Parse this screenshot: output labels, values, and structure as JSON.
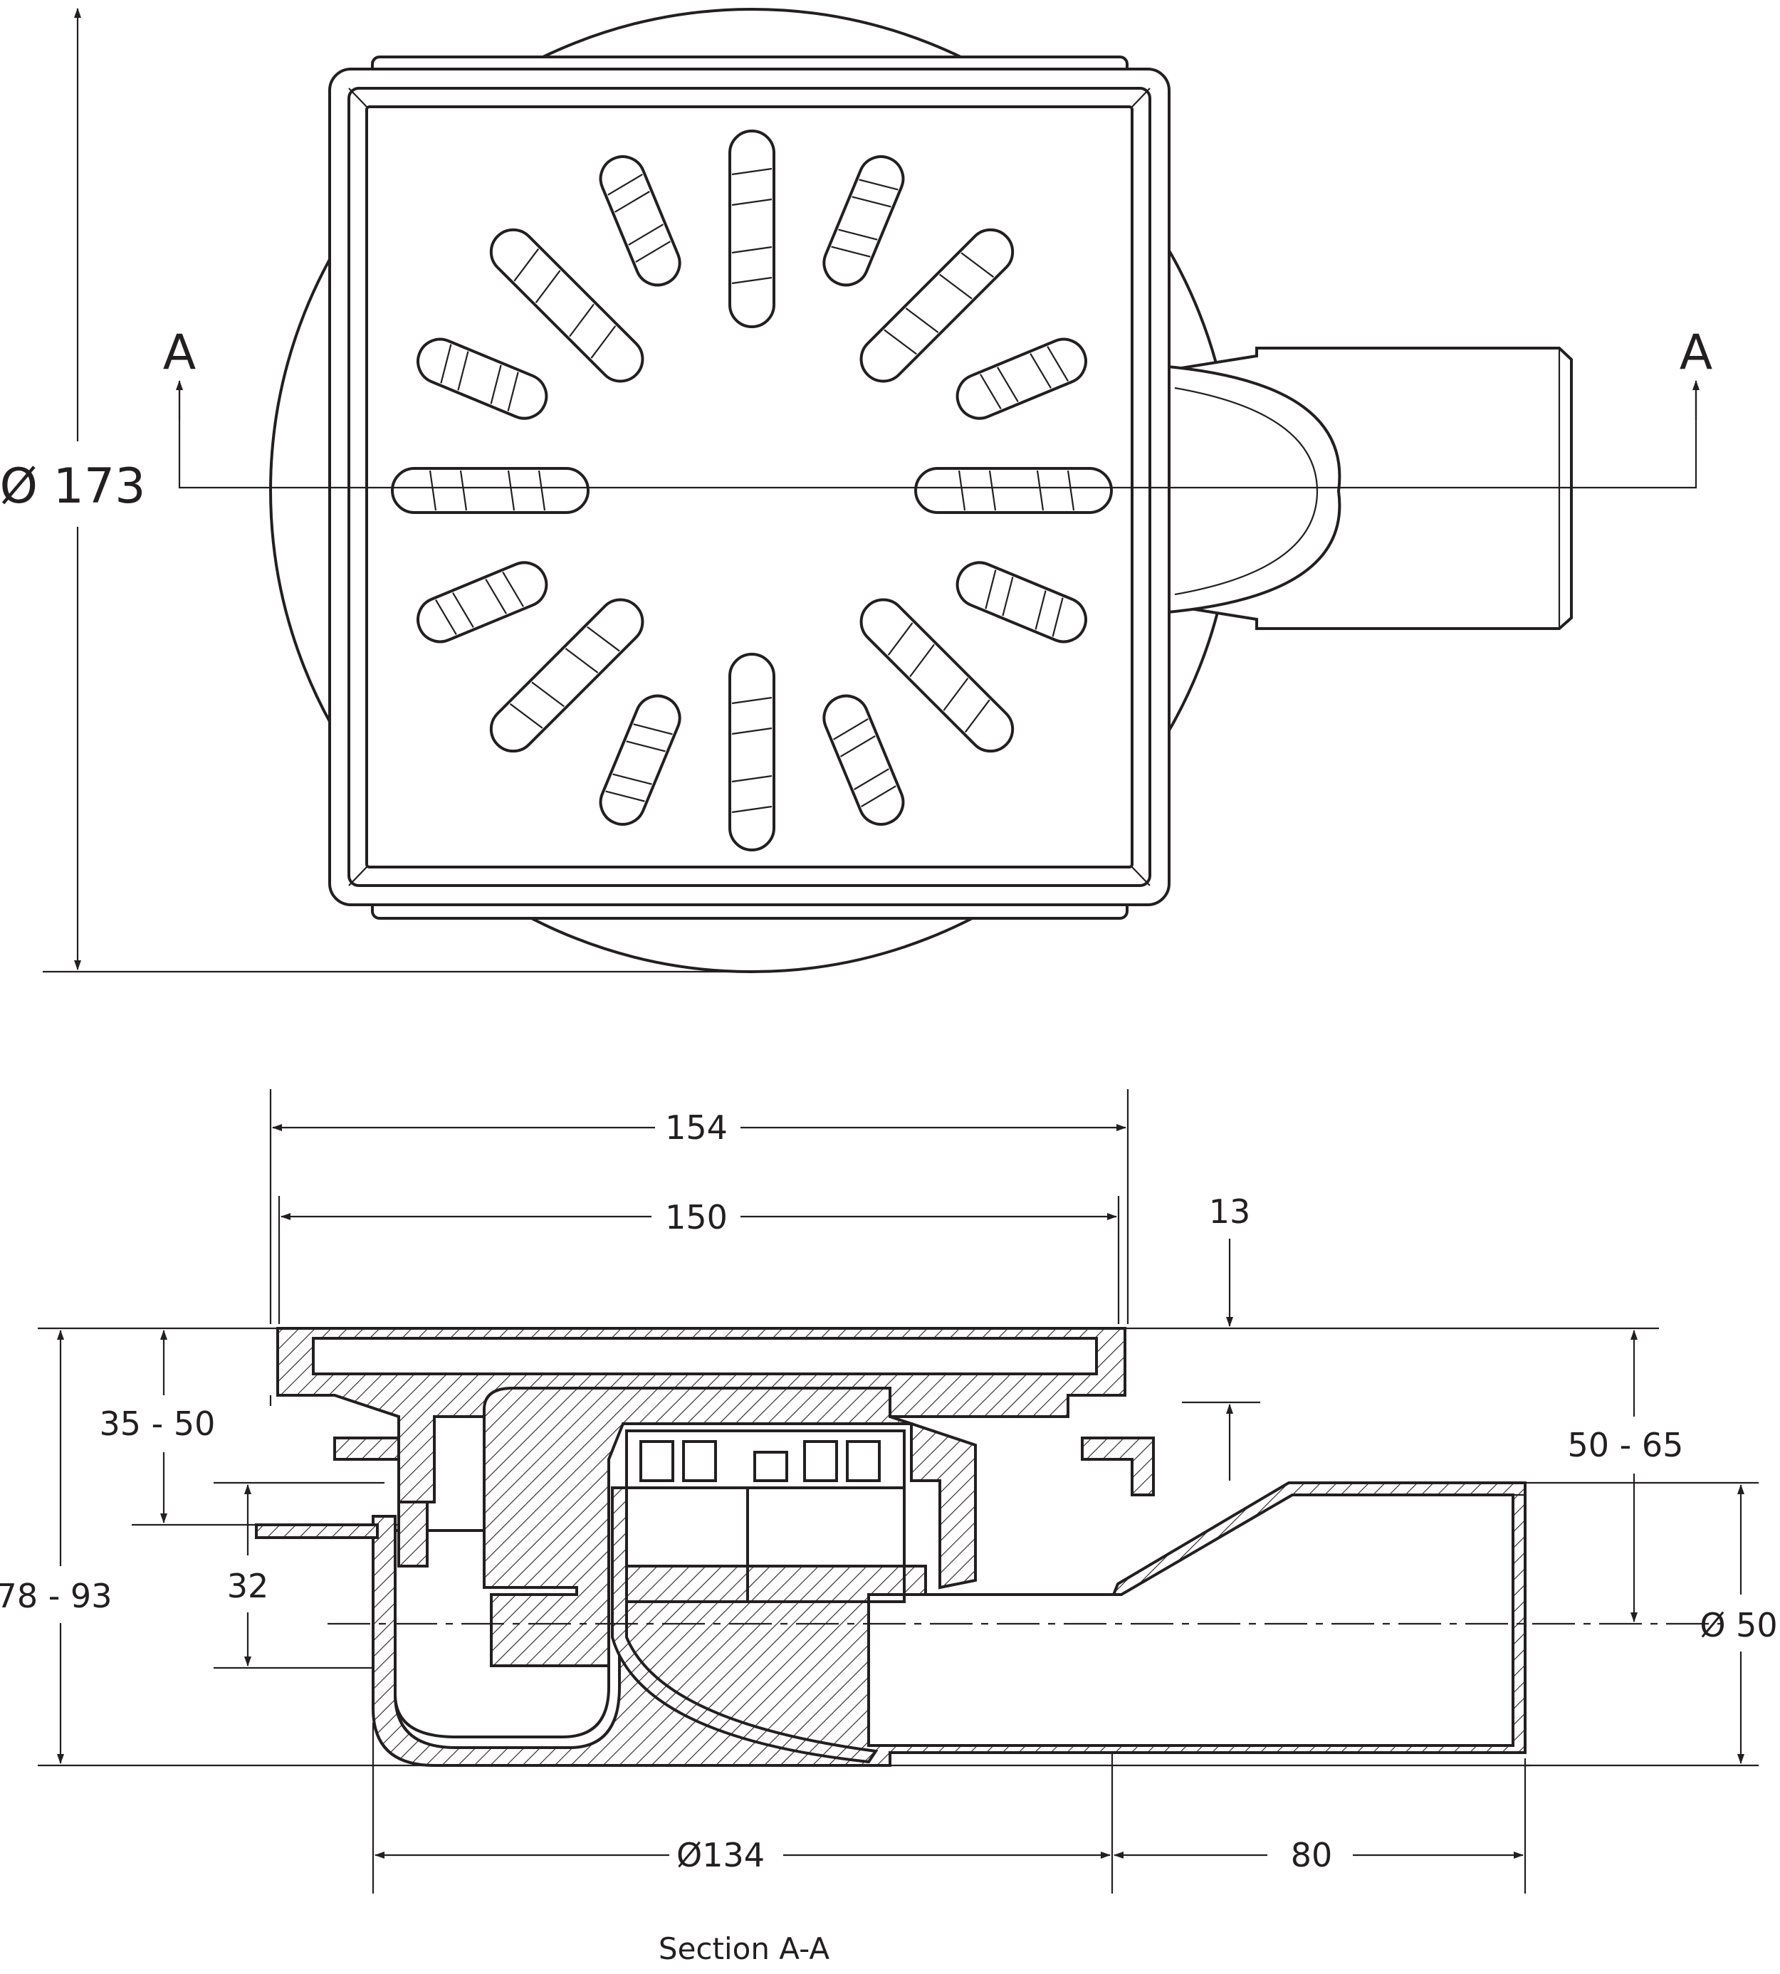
{
  "top_view": {
    "diameter_label": "Ø 173",
    "section_marker_left": "A",
    "section_marker_right": "A",
    "slot_count": 16
  },
  "section_view": {
    "dim_154": "154",
    "dim_150": "150",
    "dim_13": "13",
    "dim_35_50": "35 - 50",
    "dim_50_65": "50 - 65",
    "dim_78_93": "78 - 93",
    "dim_32": "32",
    "dim_d50": "Ø 50",
    "dim_d134": "Ø134",
    "dim_80": "80",
    "caption": "Section A-A"
  }
}
